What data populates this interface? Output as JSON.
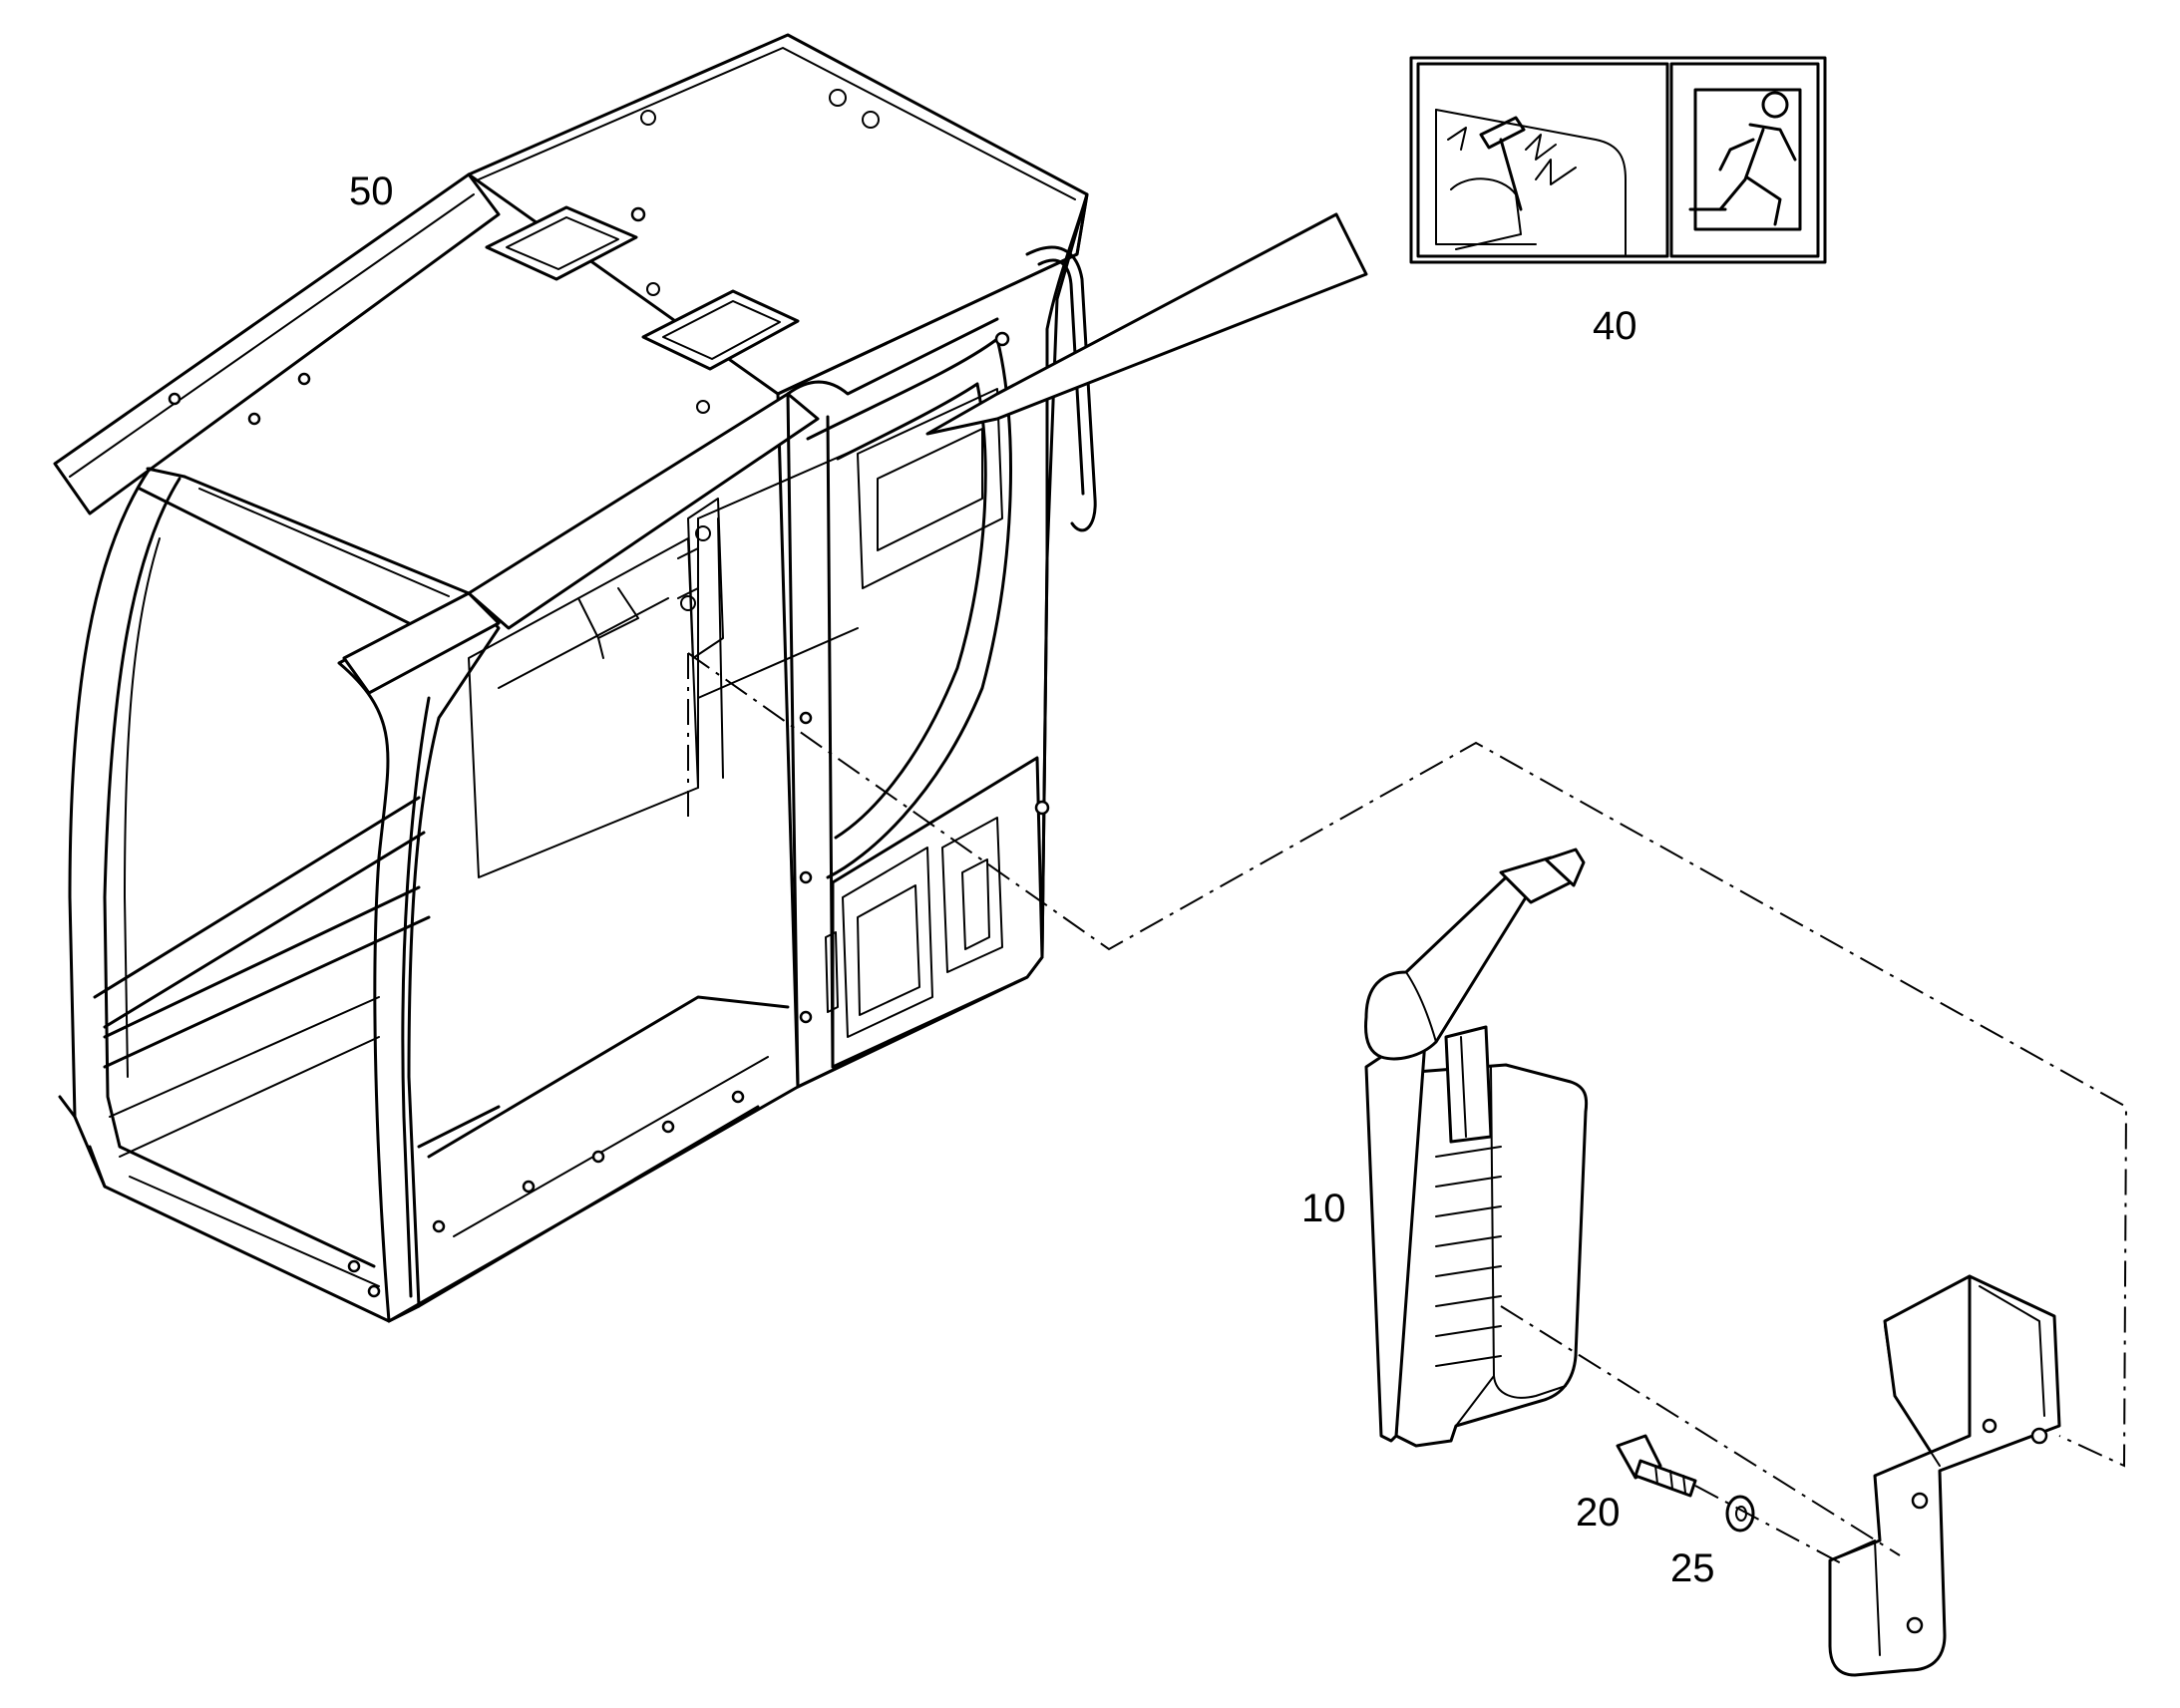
{
  "callouts": {
    "item_10": "10",
    "item_20": "20",
    "item_25": "25",
    "item_40": "40",
    "item_50": "50"
  },
  "icons": [
    "emergency-hammer-icon",
    "emergency-exit-icon"
  ],
  "colors": {
    "line": "#000000",
    "background": "#ffffff"
  }
}
